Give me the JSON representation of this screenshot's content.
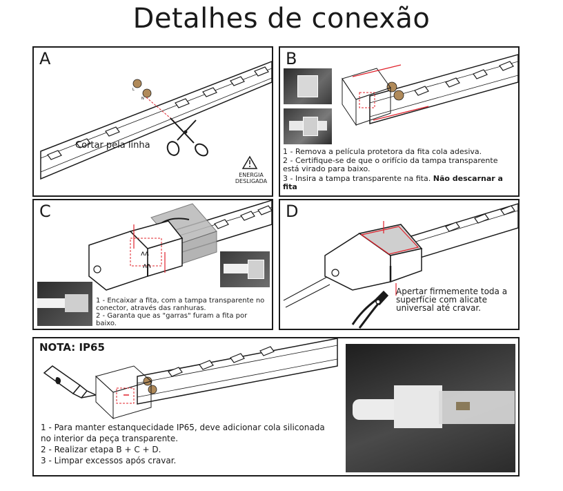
{
  "page": {
    "title": "Detalhes de conexão"
  },
  "panel_a": {
    "letter": "A",
    "cut_label": "Cortar pela linha",
    "warning_line1": "ENERGIA",
    "warning_line2": "DESLIGADA",
    "icons": [
      "scissors-icon",
      "warning-triangle-icon"
    ]
  },
  "panel_b": {
    "letter": "B",
    "step1": "1 - Remova a película protetora da fita cola adesiva.",
    "step2a": "2 - Certifique-se de que o orifício da tampa transparente",
    "step2b": "está virado para baixo.",
    "step3_normal": "3 - Insira a tampa transparente na fita.",
    "step3_bold_a": "Não descarnar a",
    "step3_bold_b": "fita"
  },
  "panel_c": {
    "letter": "C",
    "step1a": "1 - Encaixar a fita, com a tampa transparente no",
    "step1b": "conector, através das ranhuras.",
    "step2a": "2 - Garanta que as \"garras\" furam a fita por",
    "step2b": "baixo."
  },
  "panel_d": {
    "letter": "D",
    "line1": "Apertar firmemente toda a",
    "line2": "superfície com alicate",
    "line3": "universal até cravar.",
    "icons": [
      "pliers-icon"
    ]
  },
  "nota": {
    "title": "NOTA: IP65",
    "line1": "1 - Para manter estanquecidade IP65, deve adicionar cola siliconada",
    "line2": "no interior da peça transparente.",
    "line3": "2 - Realizar etapa B + C + D.",
    "line4": "3 - Limpar excessos após cravar.",
    "icons": [
      "glue-tube-icon"
    ]
  },
  "colors": {
    "line": "#1a1a1a",
    "accent_red": "#e0202a",
    "copper": "#b08a5a"
  }
}
